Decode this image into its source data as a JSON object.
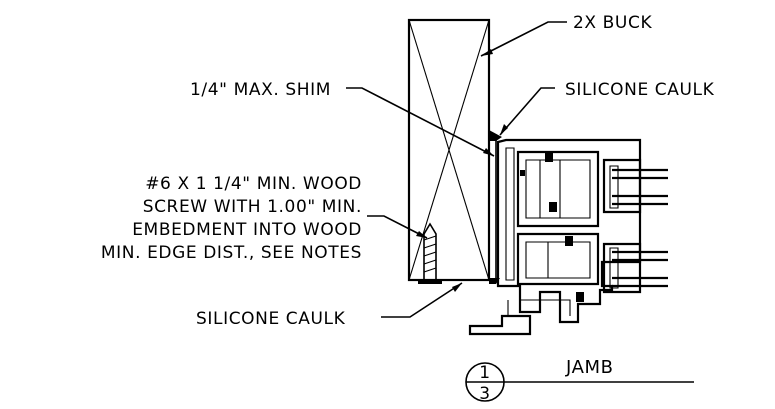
{
  "labels": {
    "buck": "2X BUCK",
    "shim": "1/4\" MAX. SHIM",
    "caulk_top": "SILICONE CAULK",
    "screw_line1": "#6 X 1 1/4\" MIN. WOOD",
    "screw_line2": "SCREW WITH 1.00\" MIN.",
    "screw_line3": "EMBEDMENT INTO WOOD",
    "screw_line4": "MIN. EDGE DIST., SEE NOTES",
    "caulk_bottom": "SILICONE CAULK"
  },
  "section_marker": {
    "detail_number": "1",
    "sheet_number": "3",
    "title": "JAMB"
  }
}
